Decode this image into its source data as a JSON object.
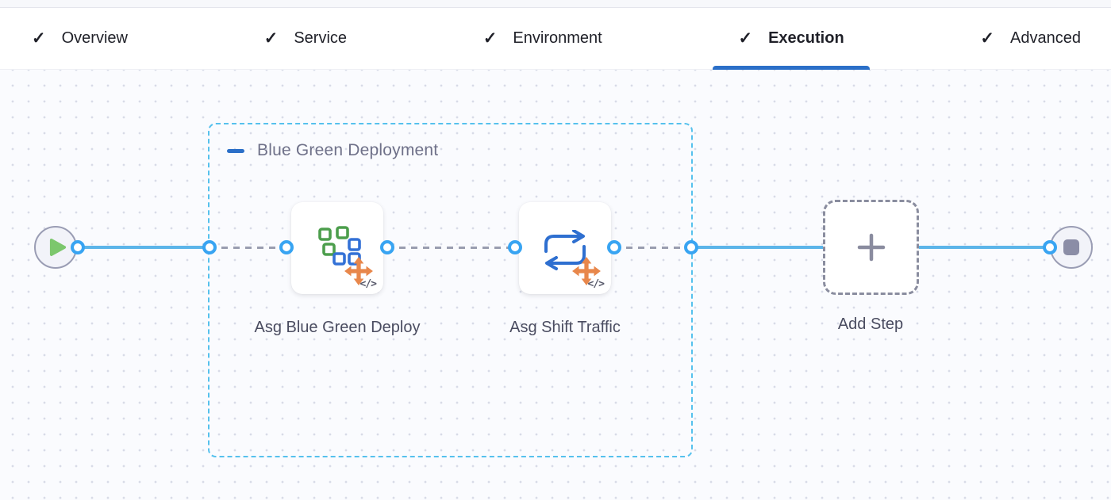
{
  "header": {
    "tabs": [
      {
        "label": "Overview",
        "completed": true,
        "active": false
      },
      {
        "label": "Service",
        "completed": true,
        "active": false
      },
      {
        "label": "Environment",
        "completed": true,
        "active": false
      },
      {
        "label": "Execution",
        "completed": true,
        "active": true
      },
      {
        "label": "Advanced",
        "completed": true,
        "active": false
      }
    ]
  },
  "icons": {
    "check": "✓",
    "code": "</>"
  },
  "pipeline": {
    "group": {
      "label": "Blue Green Deployment"
    },
    "steps": [
      {
        "label": "Asg Blue Green Deploy",
        "icon": "asg-blue-green-deploy-icon"
      },
      {
        "label": "Asg Shift Traffic",
        "icon": "asg-shift-traffic-icon"
      }
    ],
    "add_step": {
      "label": "Add Step"
    }
  },
  "colors": {
    "accent_blue": "#2B6FC8",
    "edge_blue": "#5CB5E9",
    "port_blue": "#38A4F2",
    "group_border_cyan": "#56C1ED",
    "icon_orange": "#E8874B",
    "icon_green": "#4C9E4C",
    "icon_blue": "#3371D6",
    "start_green": "#7CC76D",
    "stop_gray": "#8B8DA6",
    "canvas_bg": "#FAFBFE"
  }
}
